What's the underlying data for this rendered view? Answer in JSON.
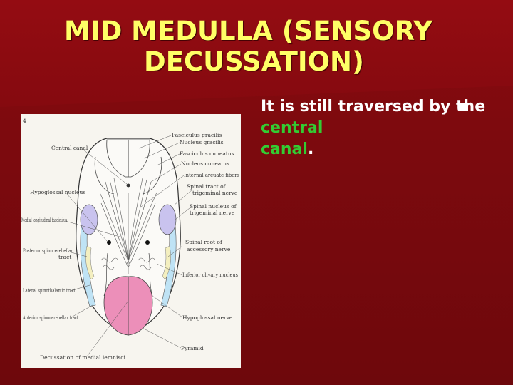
{
  "title": {
    "line1": "MID MEDULLA (SENSORY",
    "line2": "DECUSSATION)"
  },
  "bullet": {
    "part1": "It is still traversed by the ",
    "highlight1": "central",
    "part2": " ",
    "highlight2": "canal",
    "part3": "."
  },
  "figure": {
    "corner_mark": "4",
    "labels": {
      "fasciculus_gracilis": "Fasciculus gracilis",
      "nucleus_gracilis": "Nucleus gracilis",
      "central_canal": "Central canal",
      "fasciculus_cuneatus": "Fasciculus cuneatus",
      "nucleus_cuneatus": "Nucleus cuneatus",
      "internal_arcuate": "Internal arcuate fibers",
      "hypoglossal_nucleus": "Hypoglossal nucleus",
      "spinal_tract_1": "Spinal tract of",
      "spinal_tract_2": "trigeminal nerve",
      "spinal_nucleus_1": "Spinal nucleus of",
      "spinal_nucleus_2": "trigeminal nerve",
      "medial_longitudinal": "Medial longitudinal fasciculus",
      "posterior_spinocerebellar_1": "Posterior spinocerebellar",
      "posterior_spinocerebellar_2": "tract",
      "spinal_root_1": "Spinal root of",
      "spinal_root_2": "accessory nerve",
      "inferior_olivary": "Inferior olivary nucleus",
      "lateral_spinothalamic": "Lateral spinothalamic tract",
      "hypoglossal_nerve": "Hypoglossal nerve",
      "anterior_spinocerebellar": "Anterior spinocerebellar tract",
      "pyramid": "Pyramid",
      "decussation": "Decussation of medial lemnisci"
    },
    "colors": {
      "trigeminal": "#c9c3ee",
      "spinocerebellar": "#bfe3f5",
      "pyramid": "#ec8fb9",
      "olive": "#f4efc0"
    }
  },
  "colors": {
    "background": "#7d0a0e",
    "title": "#ffff66",
    "text": "#ffffff",
    "highlight": "#33cc33"
  }
}
